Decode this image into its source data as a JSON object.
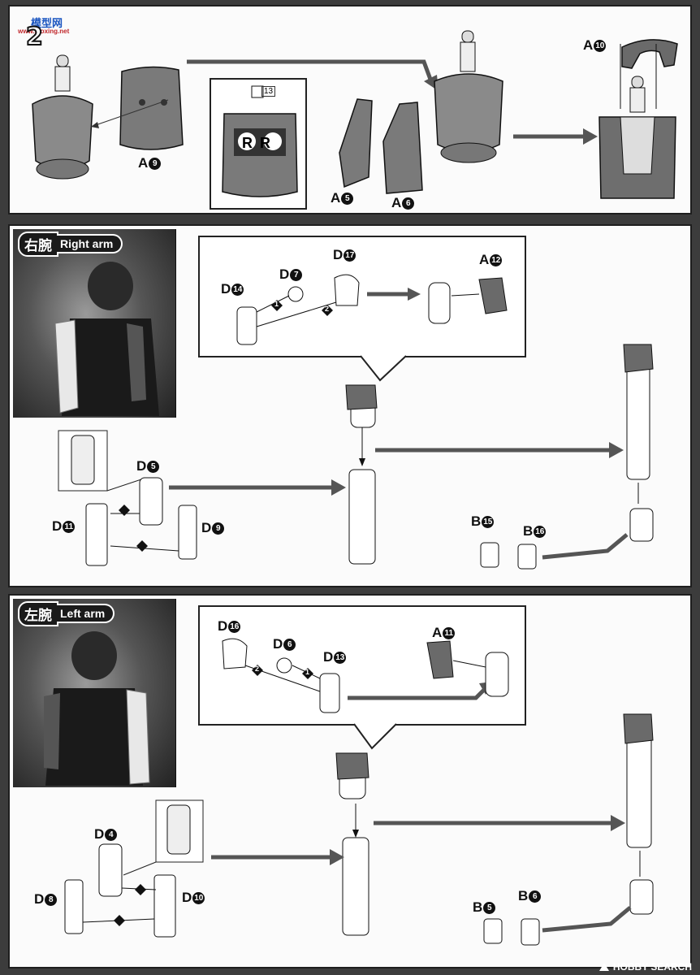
{
  "site_logo": {
    "text": "模型网",
    "url": "www.moxing.net"
  },
  "step1": {
    "number": "2",
    "part_labels": [
      {
        "code": "A",
        "num": "9"
      },
      {
        "code": "A",
        "num": "5"
      },
      {
        "code": "A",
        "num": "6"
      },
      {
        "code": "A",
        "num": "10"
      }
    ],
    "decal_number": "13",
    "decal_text": "R R"
  },
  "right_arm": {
    "title_jp": "右腕",
    "title_en": "Right arm",
    "inset_labels": [
      {
        "code": "D",
        "num": "14"
      },
      {
        "code": "D",
        "num": "7"
      },
      {
        "code": "D",
        "num": "17"
      },
      {
        "code": "A",
        "num": "12"
      }
    ],
    "labels": [
      {
        "code": "D",
        "num": "5"
      },
      {
        "code": "D",
        "num": "11"
      },
      {
        "code": "D",
        "num": "9"
      },
      {
        "code": "B",
        "num": "15"
      },
      {
        "code": "B",
        "num": "16"
      }
    ],
    "order_marks": [
      "1",
      "2"
    ]
  },
  "left_arm": {
    "title_jp": "左腕",
    "title_en": "Left arm",
    "inset_labels": [
      {
        "code": "D",
        "num": "16"
      },
      {
        "code": "D",
        "num": "6"
      },
      {
        "code": "D",
        "num": "13"
      },
      {
        "code": "A",
        "num": "11"
      }
    ],
    "labels": [
      {
        "code": "D",
        "num": "4"
      },
      {
        "code": "D",
        "num": "8"
      },
      {
        "code": "D",
        "num": "10"
      },
      {
        "code": "B",
        "num": "5"
      },
      {
        "code": "B",
        "num": "6"
      }
    ],
    "order_marks": [
      "1",
      "2"
    ]
  },
  "watermark": {
    "text": "HOBBY SEARCH"
  },
  "colors": {
    "part_gray": "#7a7a7a",
    "part_light": "#f0f0f0",
    "ink": "#111111",
    "arrow": "#555555"
  }
}
